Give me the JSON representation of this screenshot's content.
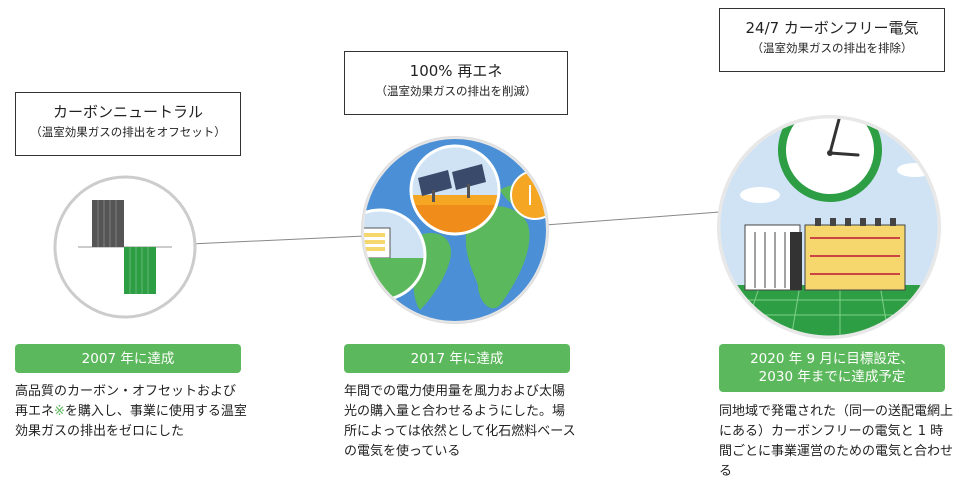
{
  "stages": [
    {
      "title": "カーボンニュートラル",
      "subtitle": "（温室効果ガスの排出をオフセット）",
      "milestone_lines": [
        "2007 年に達成"
      ],
      "description_parts": [
        "高品質のカーボン・オフセットおよび再エネ",
        "※",
        "を購入し、事業に使用する温室効果ガスの排出をゼロにした"
      ]
    },
    {
      "title": "100% 再エネ",
      "subtitle": "（温室効果ガスの排出を削減）",
      "milestone_lines": [
        "2017 年に達成"
      ],
      "description_parts": [
        "年間での電力使用量を風力および太陽光の購入量と合わせるようにした。場所によっては依然として化石燃料ベースの電気を使っている"
      ]
    },
    {
      "title": "24/7 カーボンフリー電気",
      "subtitle": "（温室効果ガスの排出を排除）",
      "milestone_lines": [
        "2020 年 9 月に目標設定、",
        "2030 年までに達成予定"
      ],
      "description_parts": [
        "同地域で発電された（同一の送配電網上にある）カーボンフリーの電気と 1 時間ごとに事業運営のための電気と合わせる"
      ]
    }
  ],
  "colors": {
    "green": "#5cb85c",
    "dark_green": "#2e9e44",
    "gray": "#555555",
    "ocean": "#4b8fd6",
    "land": "#5cb85c",
    "sky": "#cfe3f5"
  }
}
